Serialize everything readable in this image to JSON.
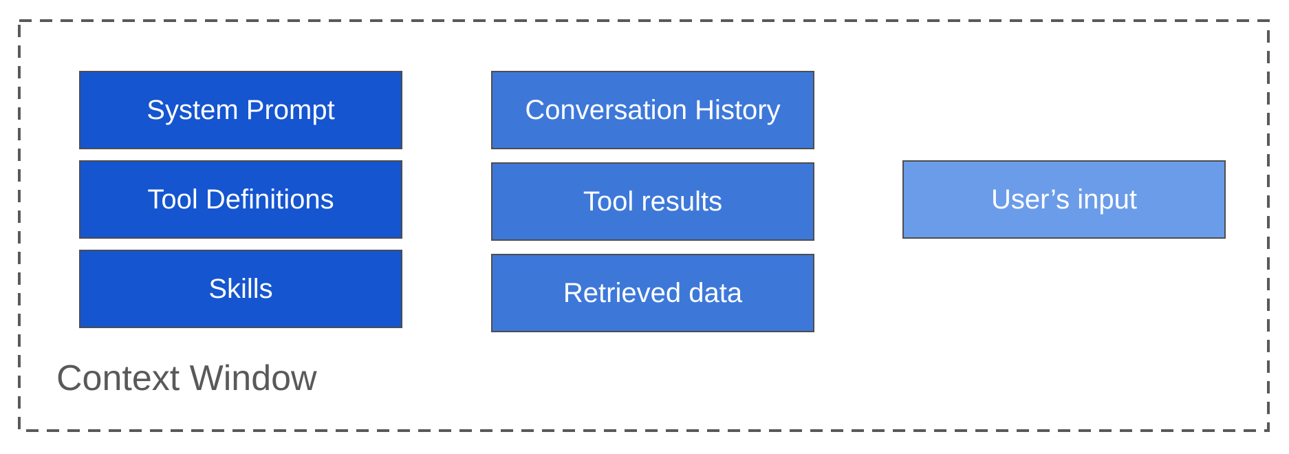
{
  "colors": {
    "primary": "#1555d0",
    "secondary": "#3d78d9",
    "tertiary": "#6b9ce9",
    "border": "#4d4d4d",
    "frame": "#595959",
    "label": "#595959"
  },
  "container": {
    "label": "Context Window"
  },
  "columns": [
    {
      "items": [
        {
          "label": "System Prompt"
        },
        {
          "label": "Tool Definitions"
        },
        {
          "label": "Skills"
        }
      ]
    },
    {
      "items": [
        {
          "label": "Conversation History"
        },
        {
          "label": "Tool results"
        },
        {
          "label": "Retrieved data"
        }
      ]
    },
    {
      "items": [
        {
          "label": "User’s input"
        }
      ]
    }
  ]
}
